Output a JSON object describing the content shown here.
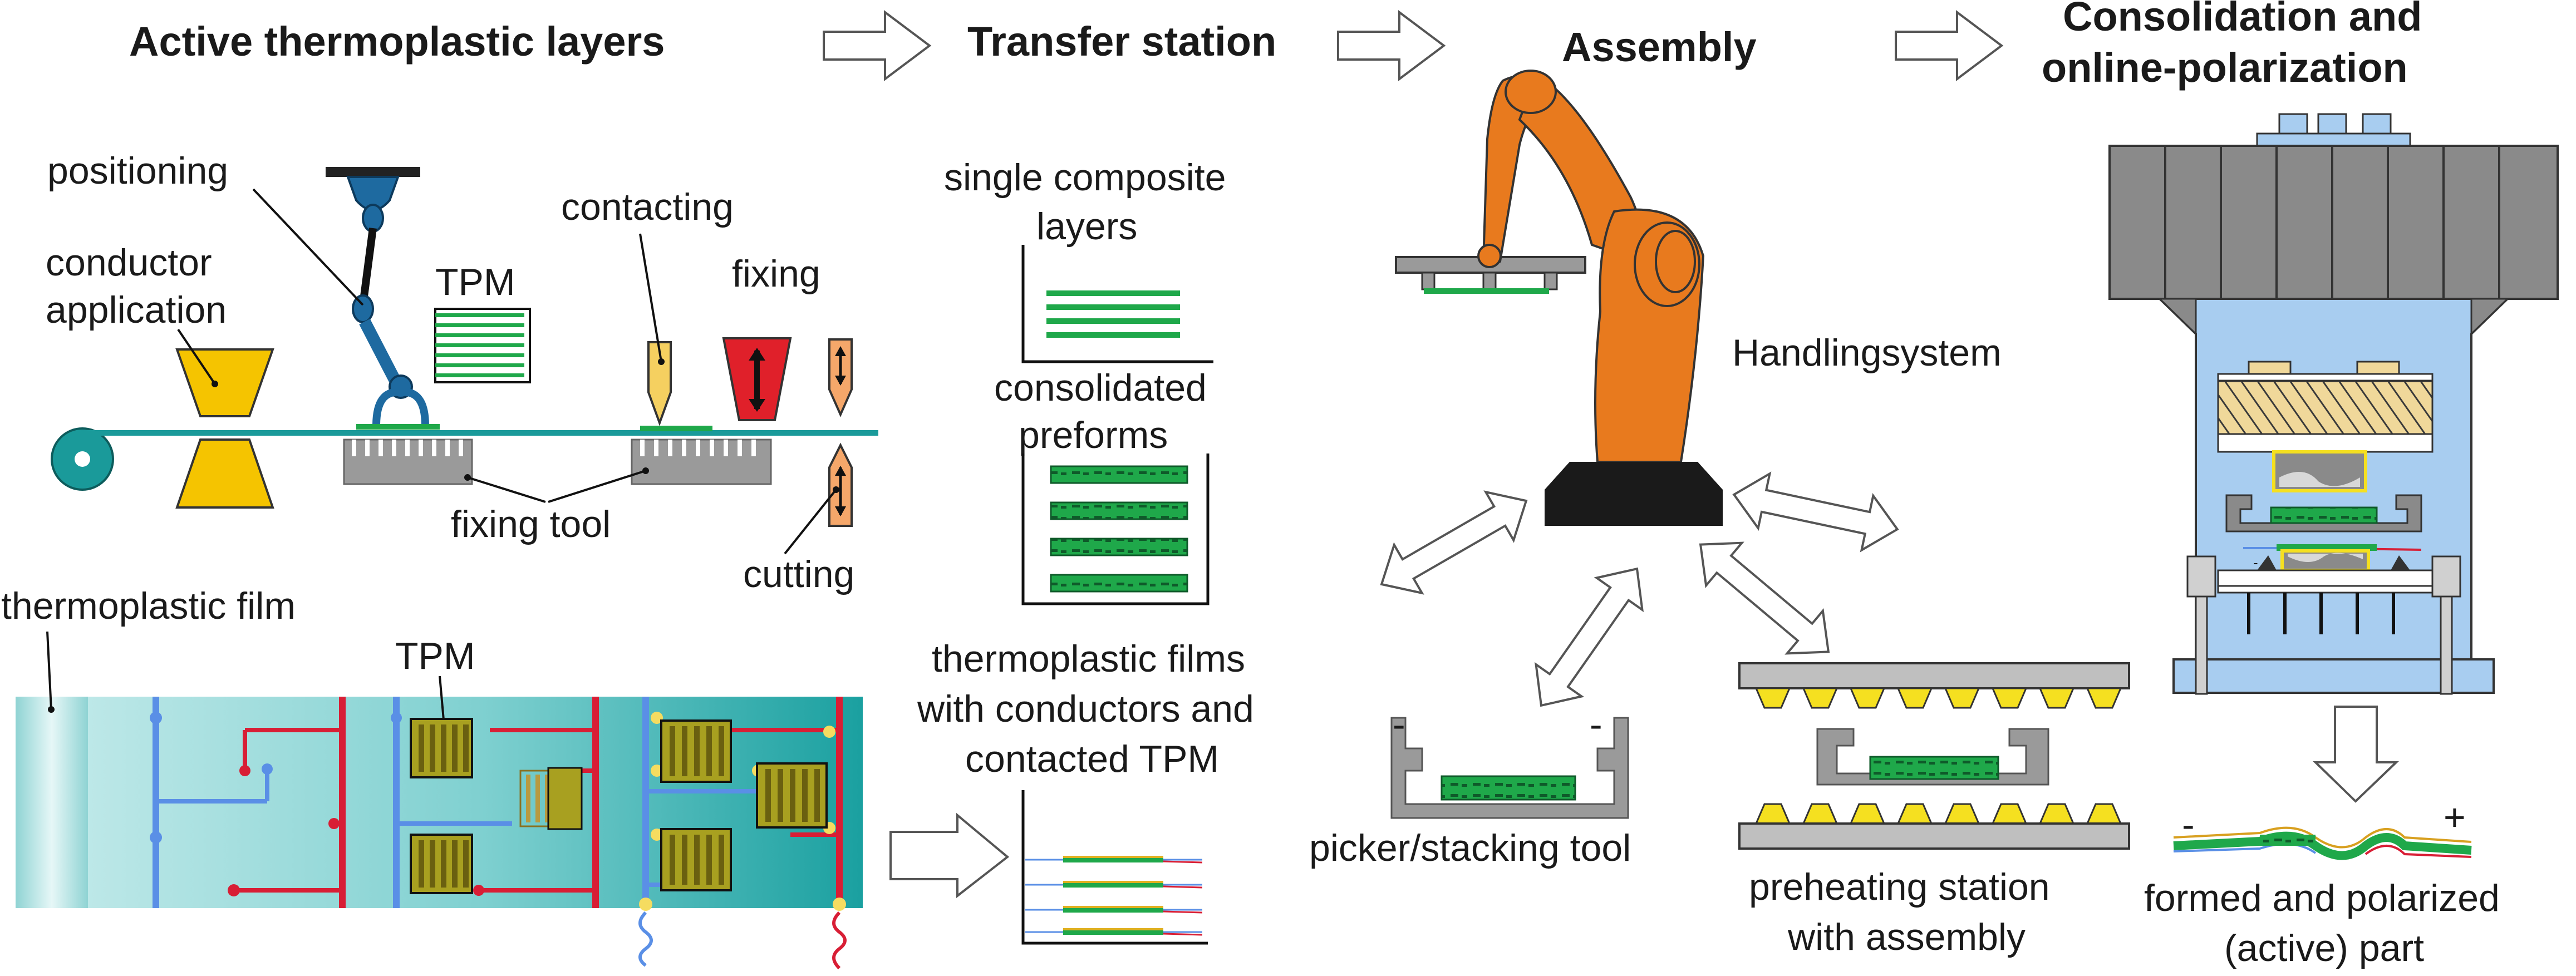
{
  "headings": {
    "active_layers": "Active thermoplastic layers",
    "transfer_station": "Transfer station",
    "assembly": "Assembly",
    "consolidation_line1": "Consolidation and",
    "consolidation_line2": "online-polarization"
  },
  "labels": {
    "positioning": "positioning",
    "conductor_line1": "conductor",
    "conductor_line2": "application",
    "tpm_top": "TPM",
    "contacting": "contacting",
    "fixing": "fixing",
    "fixing_tool": "fixing tool",
    "cutting": "cutting",
    "thermoplastic_film": "thermoplastic film",
    "tpm_film": "TPM",
    "single_line1": "single composite",
    "single_line2": "layers",
    "consolidated_line1": "consolidated",
    "consolidated_line2": "preforms",
    "films_line1": "thermoplastic films",
    "films_line2": "with conductors and",
    "films_line3": "contacted TPM",
    "handlingsystem": "Handlingsystem",
    "picker": "picker/stacking tool",
    "preheating_line1": "preheating station",
    "preheating_line2": "with assembly",
    "formed_line1": "formed and polarized",
    "formed_line2": "(active) part",
    "minus_left": "-",
    "minus_right": "-",
    "part_minus": "-",
    "part_plus": "+"
  },
  "colors": {
    "teal": "#1a9a9a",
    "blue_arm": "#1e6aa0",
    "yellow": "#f5c400",
    "green": "#1fa84a",
    "red": "#e0202a",
    "orange": "#e87a1e",
    "gray": "#9a9a9a",
    "press_blue": "#a8cdf0",
    "conductor_blue": "#5a8fe6",
    "conductor_red": "#d81e35"
  }
}
